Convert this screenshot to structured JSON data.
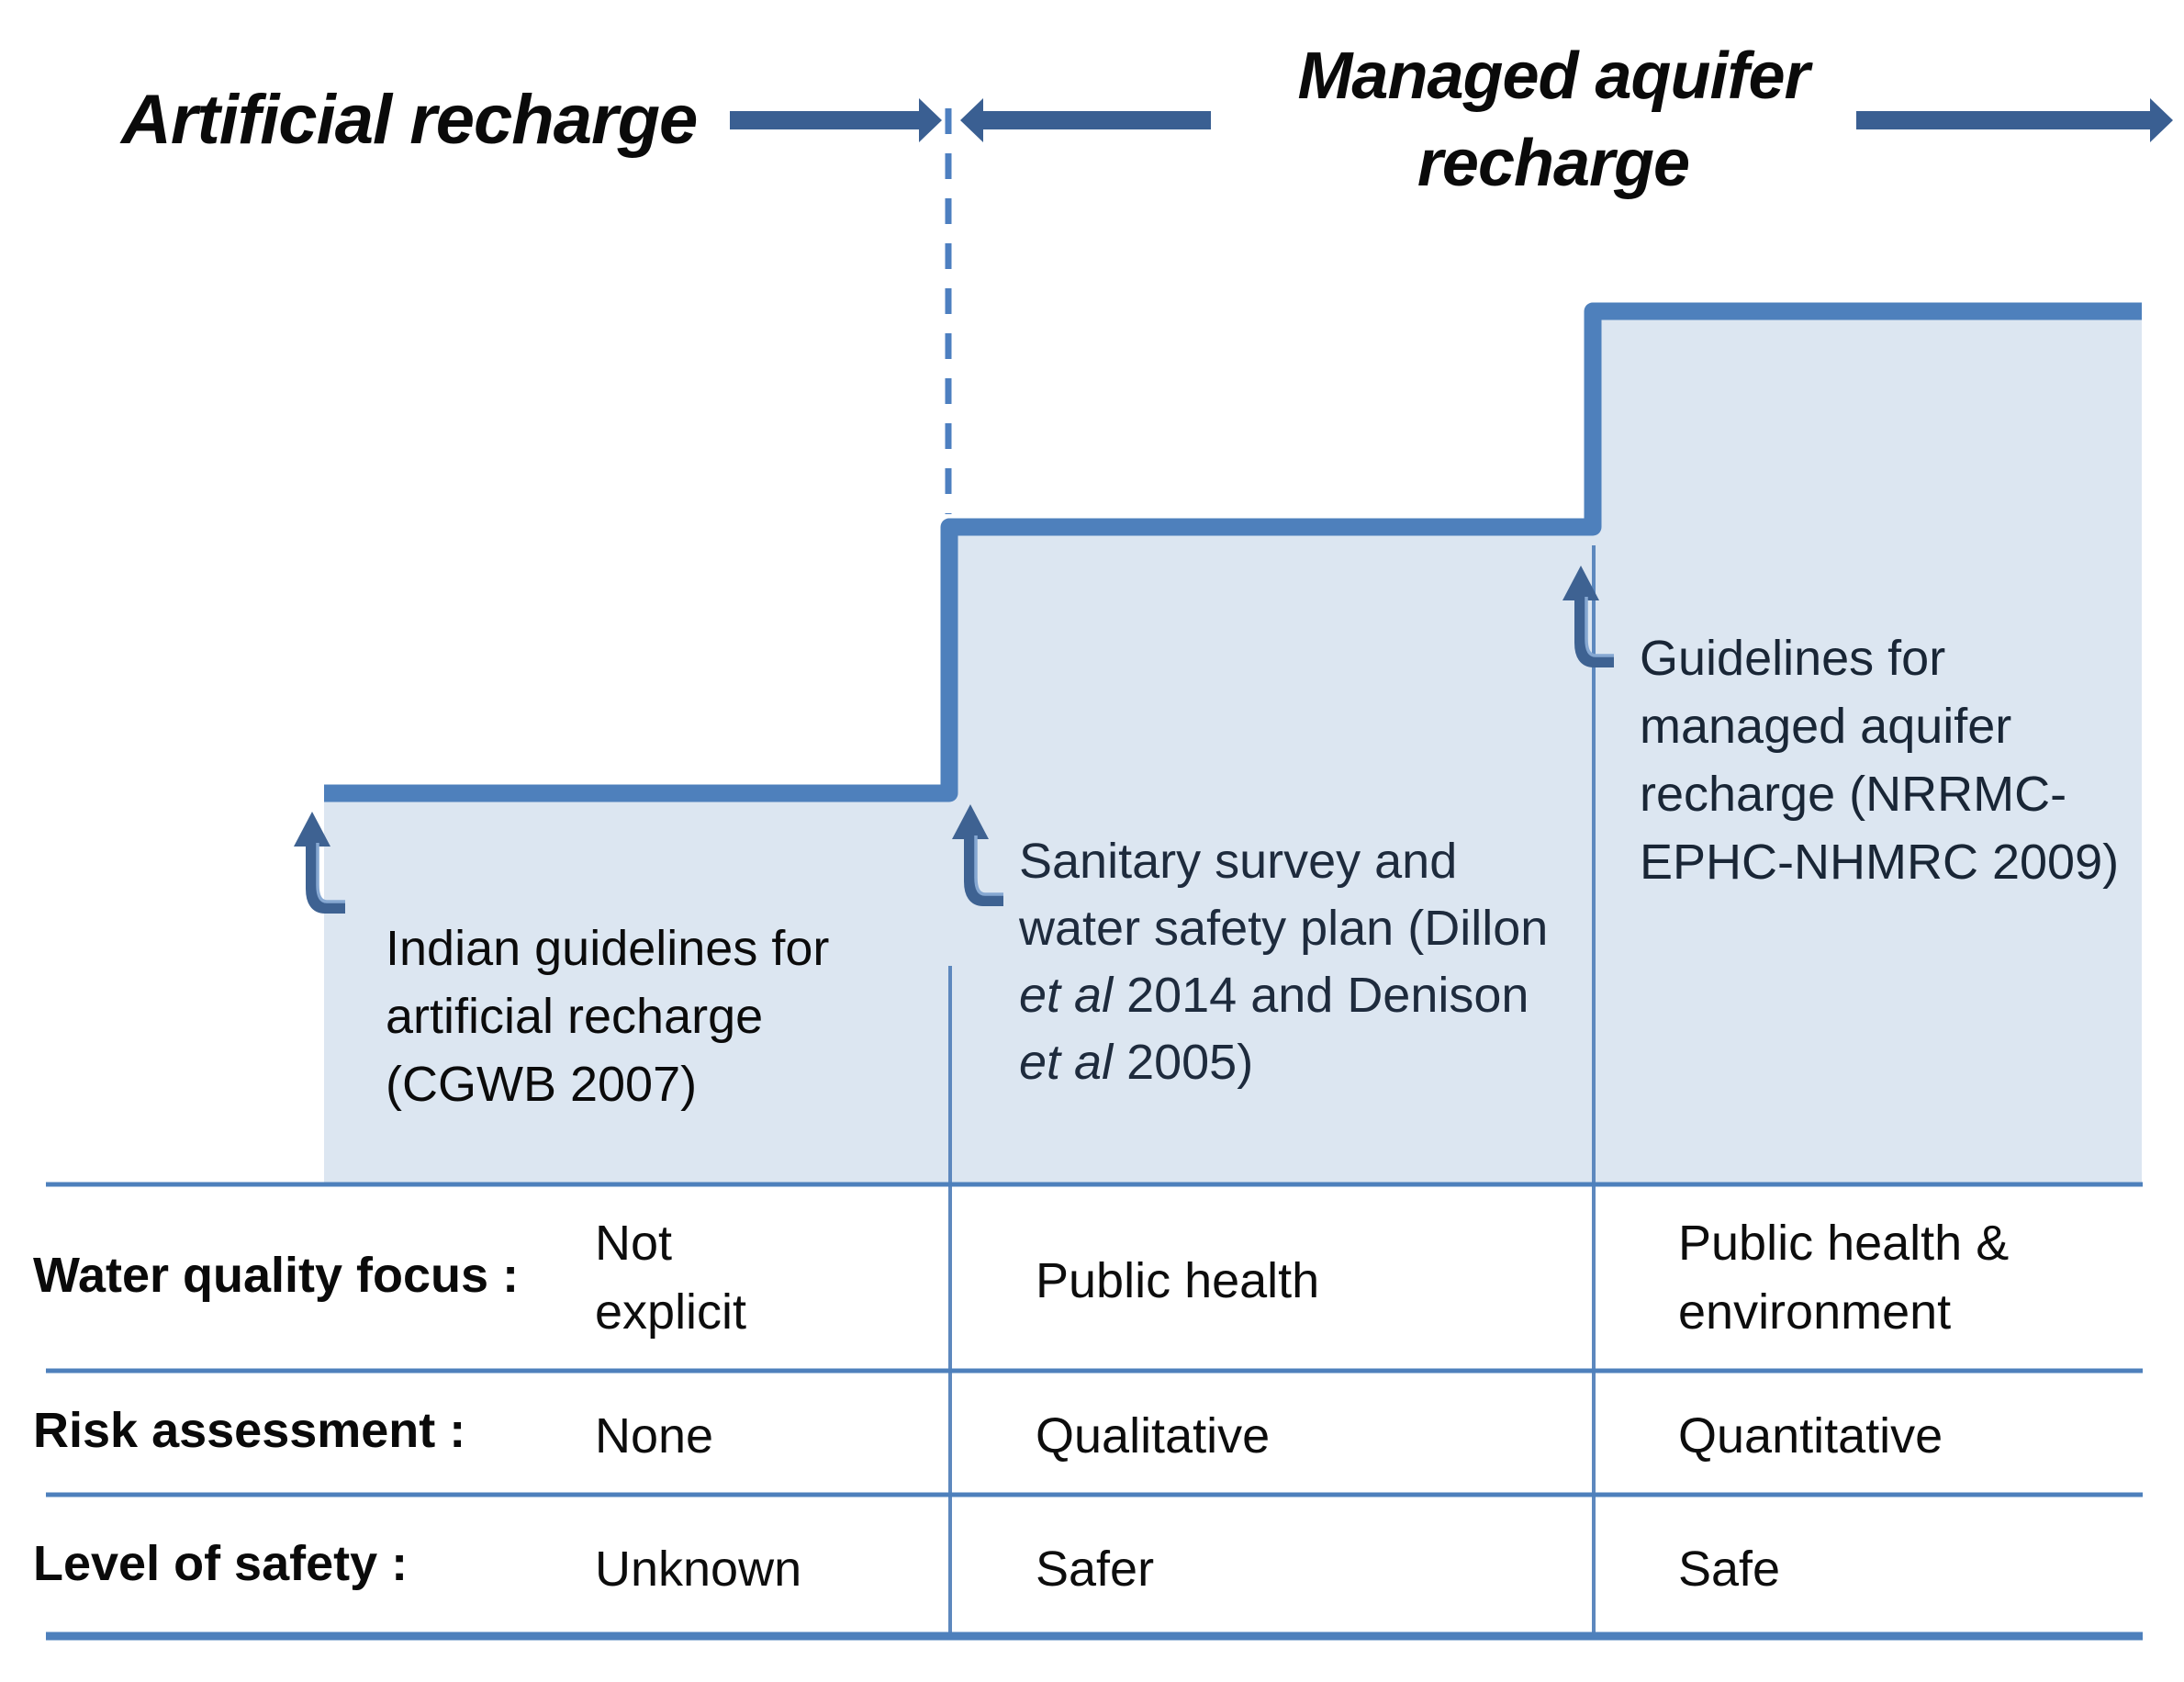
{
  "header": {
    "left_title": "Artificial recharge",
    "right_title_line1": "Managed aquifer",
    "right_title_line2": "recharge"
  },
  "colors": {
    "arrow_dark_blue": "#3a5f92",
    "dashed_line_blue": "#4d7fc0",
    "step_border_blue": "#4e80bc",
    "step_fill_light_blue": "#dce6f1",
    "hook_arrow_blue": "#3e6292",
    "hook_arrow_highlight": "#86a8d2",
    "table_line_blue": "#4e80bc",
    "divider_blue": "#5d88be"
  },
  "steps": {
    "step1": {
      "lines": [
        "Indian guidelines for",
        "artificial recharge",
        "(CGWB 2007)"
      ]
    },
    "step2": {
      "line1": "Sanitary survey and",
      "line2": "water safety plan (Dillon",
      "line3_italic": "et al",
      "line3_rest": " 2014 and Denison",
      "line4_italic": "et al",
      "line4_rest": " 2005)"
    },
    "step3": {
      "lines": [
        "Guidelines for",
        "managed aquifer",
        "recharge (NRRMC-",
        "EPHC-NHMRC 2009)"
      ]
    }
  },
  "table": {
    "rows": [
      {
        "label": "Water quality focus :",
        "col1_line1": "Not",
        "col1_line2": "explicit",
        "col2": "Public health",
        "col3_line1": "Public health &",
        "col3_line2": "environment"
      },
      {
        "label": "Risk assessment :",
        "col1": "None",
        "col2": "Qualitative",
        "col3": "Quantitative"
      },
      {
        "label": "Level of safety :",
        "col1": "Unknown",
        "col2": "Safer",
        "col3": "Safe"
      }
    ]
  }
}
